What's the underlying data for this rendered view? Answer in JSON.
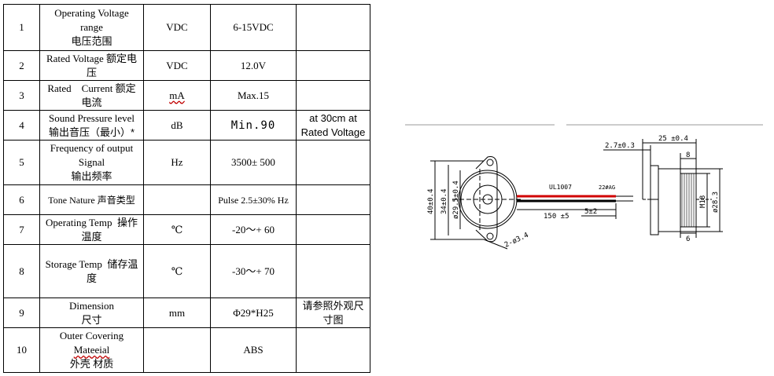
{
  "table": {
    "rows": [
      {
        "no": "1",
        "item_en": "Operating Voltage range",
        "item_cn": "电压范围",
        "unit": "VDC",
        "value": "6-15VDC",
        "note": ""
      },
      {
        "no": "2",
        "item_en": "Rated Voltage 额定电",
        "item_cn": "压",
        "unit": "VDC",
        "value": "12.0V",
        "note": ""
      },
      {
        "no": "3",
        "item_en": "Rated    Current 额定",
        "item_cn": "电流",
        "unit": "mA",
        "value": "Max.15",
        "note": ""
      },
      {
        "no": "4",
        "item_en": "Sound Pressure level",
        "item_cn": "输出音压（最小）*",
        "unit": "dB",
        "value": "Min.90",
        "note": "at 30cm at Rated Voltage"
      },
      {
        "no": "5",
        "item_en": "Frequency of output Signal",
        "item_cn": "输出频率",
        "unit": "Hz",
        "value": "3500± 500",
        "note": ""
      },
      {
        "no": "6",
        "item_en": "Tone Nature 声音类型",
        "item_cn": "",
        "unit": "",
        "value": "Pulse 2.5±30% Hz",
        "note": ""
      },
      {
        "no": "7",
        "item_en": "Operating Temp  操作",
        "item_cn": "温度",
        "unit": "℃",
        "value": "-20～+ 60",
        "note": ""
      },
      {
        "no": "8",
        "item_en": "Storage Temp  储存温",
        "item_cn": "度",
        "unit": "℃",
        "value": "-30～+ 70",
        "note": ""
      },
      {
        "no": "9",
        "item_en": "Dimension",
        "item_cn": "尺寸",
        "unit": "mm",
        "value": "Φ29*H25",
        "note": "请参照外观尺寸图"
      },
      {
        "no": "10",
        "item_en": "Outer Covering",
        "item_en2": "Mateeial",
        "item_cn": "外壳 材质",
        "unit": "",
        "value": "ABS",
        "note": ""
      }
    ]
  },
  "drawing": {
    "dim_40": "40±0.4",
    "dim_34": "34±0.4",
    "dim_29": "ø29.5±0.4",
    "wire_type": "UL1007",
    "wire_awg": "22#AG",
    "wire_len": "150 ±5",
    "strip_len": "5±2",
    "hole": "2-ø3.4",
    "pin": "2.7±0.3",
    "height": "25 ±0.4",
    "dim_8": "8",
    "dim_6": "6",
    "thread": "M18",
    "dim_28": "ø28.3"
  }
}
